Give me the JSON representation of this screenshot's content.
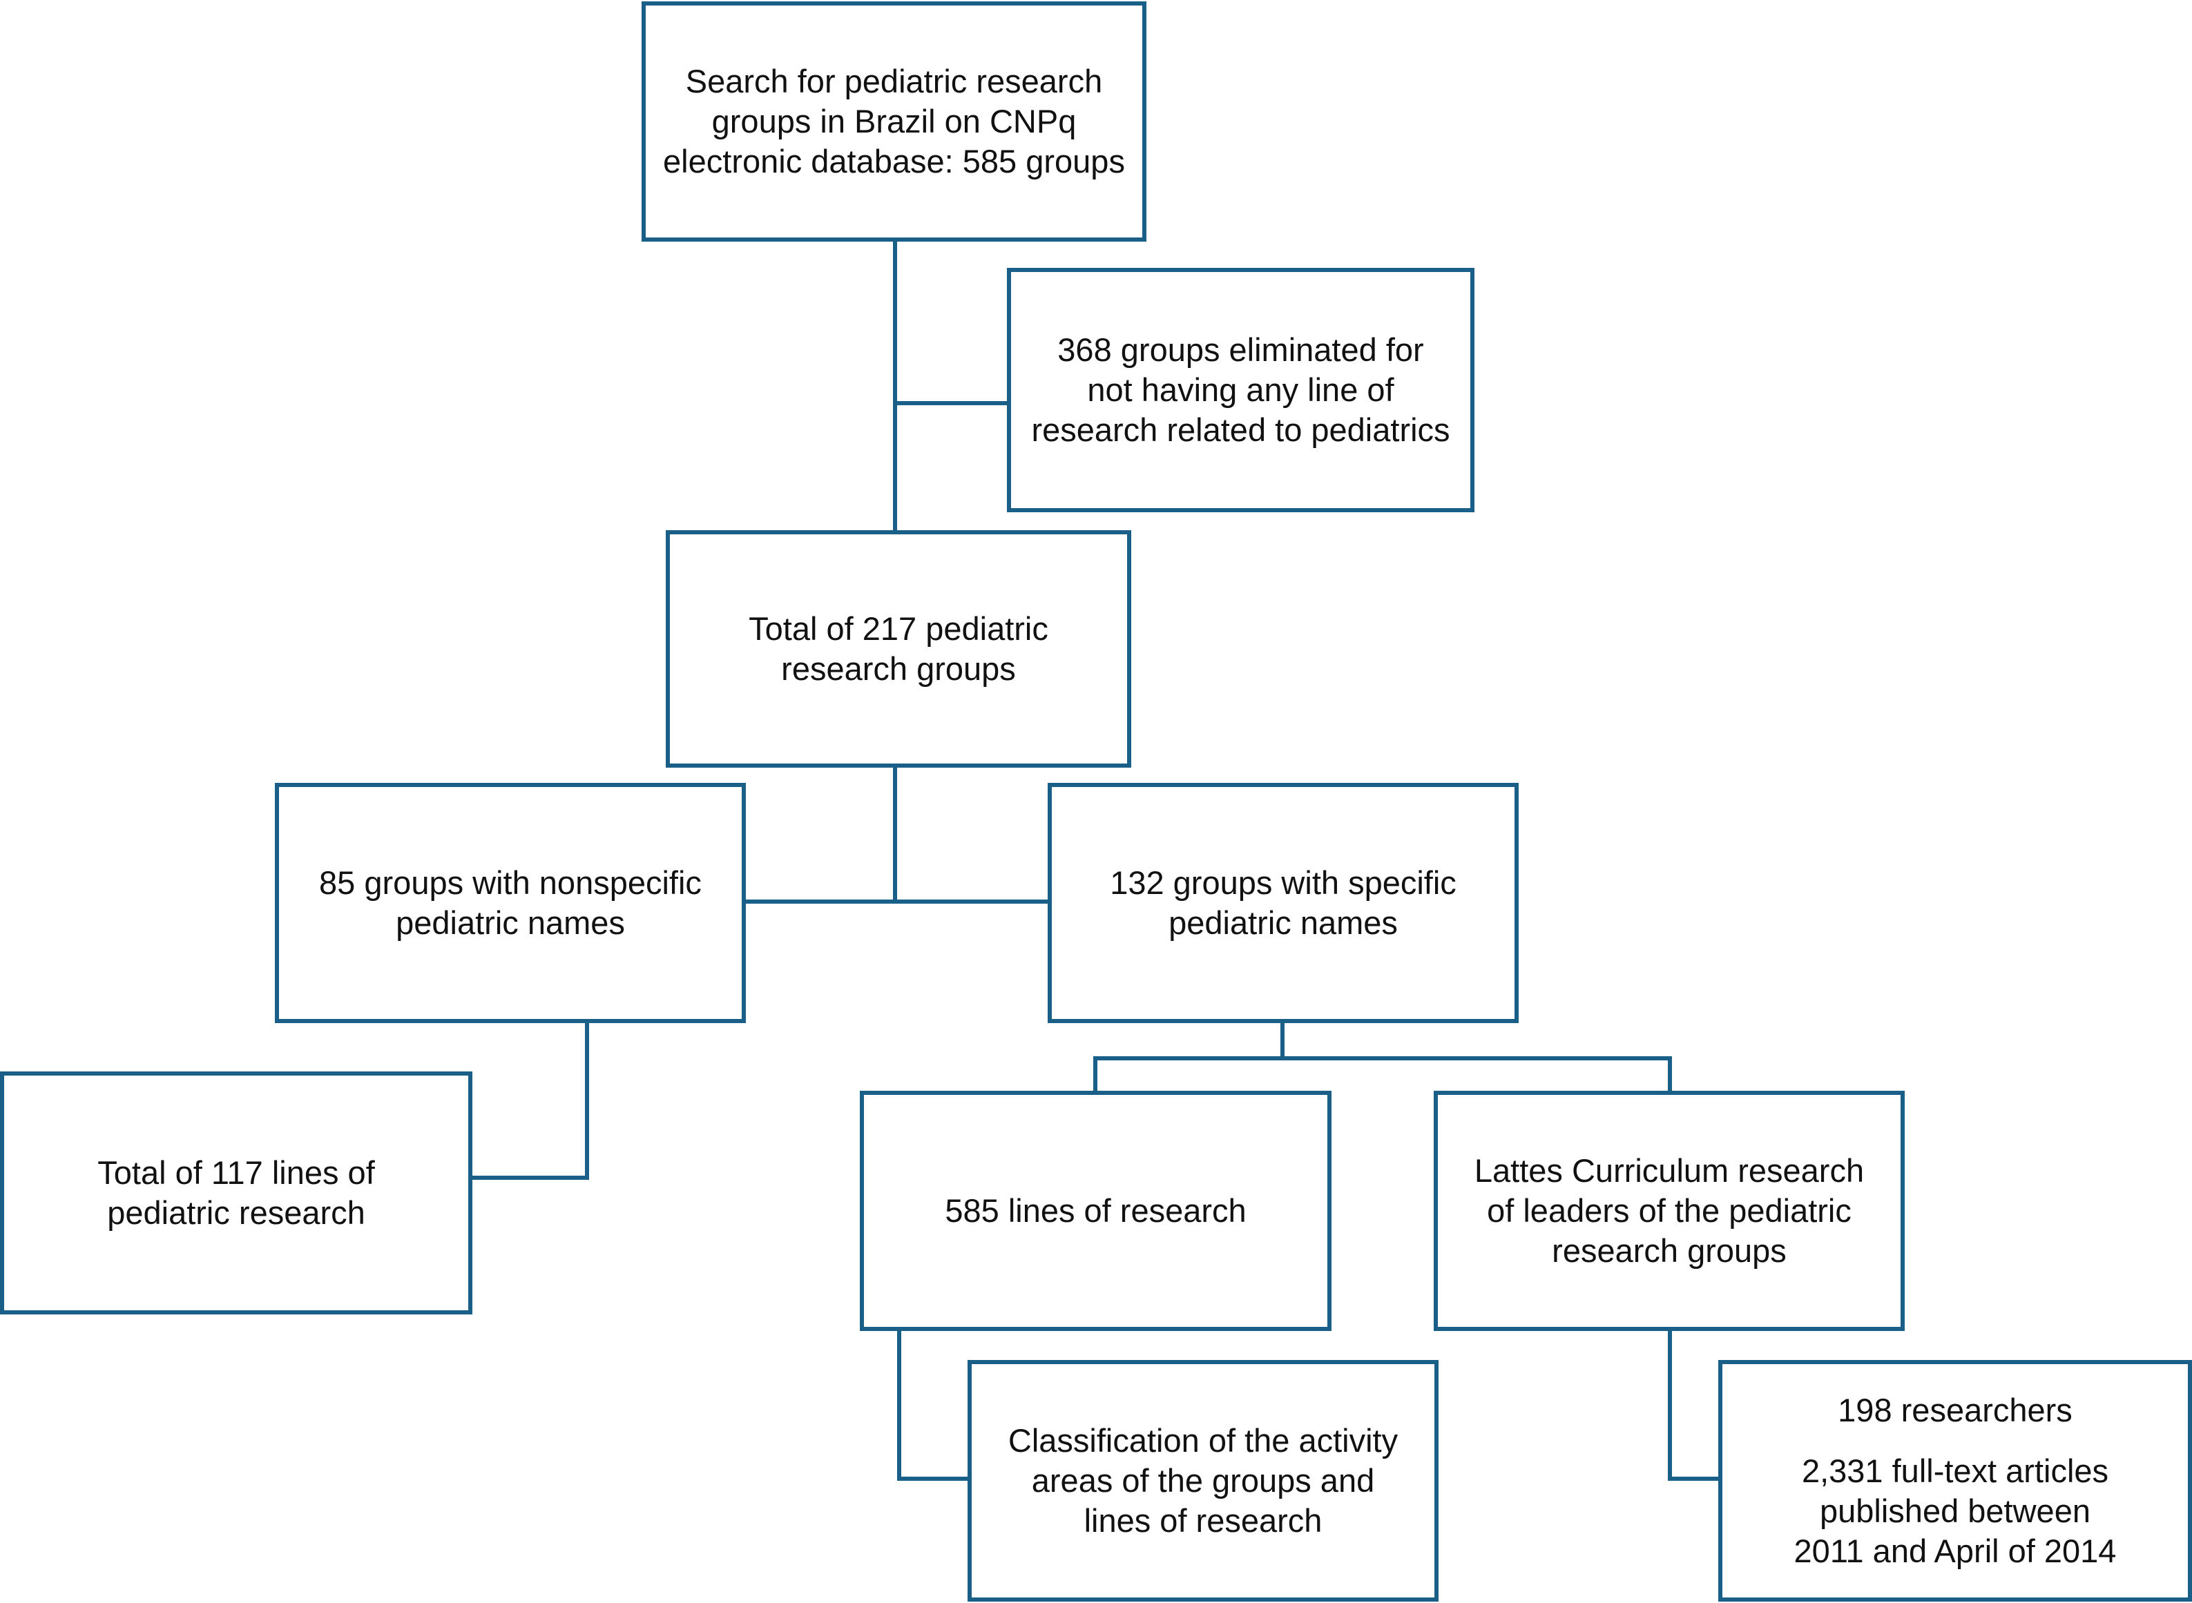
{
  "colors": {
    "border": "#1a5f87",
    "connector": "#1a5f87",
    "text": "#111111",
    "background": "#ffffff"
  },
  "boxes": {
    "search": {
      "lines": [
        "Search for pediatric research",
        "groups in Brazil on CNPq",
        "electronic database: 585 groups"
      ]
    },
    "eliminated": {
      "lines": [
        "368 groups eliminated for",
        "not having any line of",
        "research related to pediatrics"
      ]
    },
    "total217": {
      "lines": [
        "Total of 217 pediatric",
        "research groups"
      ]
    },
    "nonspecific": {
      "lines": [
        "85 groups with nonspecific",
        "pediatric names"
      ]
    },
    "specific": {
      "lines": [
        "132 groups with specific",
        "pediatric names"
      ]
    },
    "total117": {
      "lines": [
        "Total of 117 lines of",
        "pediatric research"
      ]
    },
    "lines585": {
      "lines": [
        "585 lines of research"
      ]
    },
    "lattes": {
      "lines": [
        "Lattes Curriculum research",
        "of leaders of the pediatric",
        "research groups"
      ]
    },
    "classification": {
      "lines": [
        "Classification of the activity",
        "areas of the groups and",
        "lines of research"
      ]
    },
    "researchers": {
      "heading": "198 researchers",
      "lines": [
        "2,331 full-text articles",
        "published between",
        "2011 and April of 2014"
      ]
    }
  }
}
